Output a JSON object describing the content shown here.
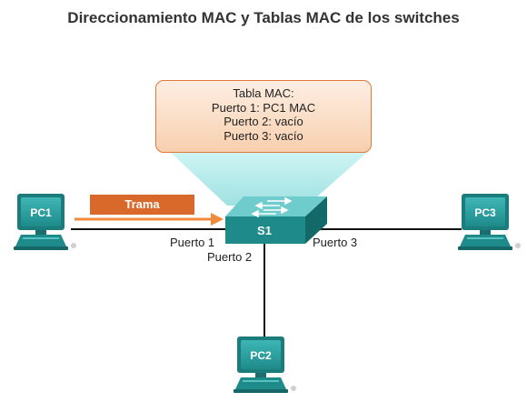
{
  "title": "Direccionamiento MAC y Tablas MAC de los switches",
  "mac_table": {
    "heading": "Tabla MAC:",
    "rows": [
      "Puerto 1: PC1 MAC",
      "Puerto 2: vacío",
      "Puerto 3: vacío"
    ]
  },
  "frame_label": "Trama",
  "switch_label": "S1",
  "devices": {
    "pc1": "PC1",
    "pc2": "PC2",
    "pc3": "PC3"
  },
  "ports": {
    "port1": "Puerto 1",
    "port2": "Puerto 2",
    "port3": "Puerto 3"
  },
  "colors": {
    "orange": "#e07a3c",
    "teal": "#1f8a8a",
    "callout": "#9fe3e3",
    "text": "#333333"
  }
}
